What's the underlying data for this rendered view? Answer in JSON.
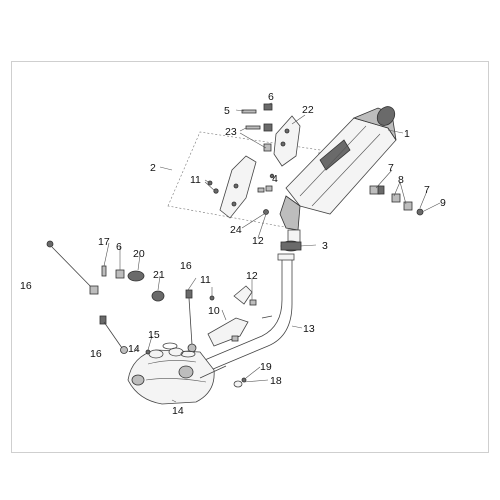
{
  "callouts": [
    {
      "id": "1",
      "text": "1"
    },
    {
      "id": "2",
      "text": "2"
    },
    {
      "id": "3",
      "text": "3"
    },
    {
      "id": "4",
      "text": "4"
    },
    {
      "id": "5",
      "text": "5"
    },
    {
      "id": "6a",
      "text": "6"
    },
    {
      "id": "6b",
      "text": "6"
    },
    {
      "id": "7a",
      "text": "7"
    },
    {
      "id": "7b",
      "text": "7"
    },
    {
      "id": "8",
      "text": "8"
    },
    {
      "id": "9",
      "text": "9"
    },
    {
      "id": "10",
      "text": "10"
    },
    {
      "id": "11a",
      "text": "11"
    },
    {
      "id": "11b",
      "text": "11"
    },
    {
      "id": "12a",
      "text": "12"
    },
    {
      "id": "12b",
      "text": "12"
    },
    {
      "id": "13",
      "text": "13"
    },
    {
      "id": "14a",
      "text": "14"
    },
    {
      "id": "14b",
      "text": "14"
    },
    {
      "id": "15",
      "text": "15"
    },
    {
      "id": "16a",
      "text": "16"
    },
    {
      "id": "16b",
      "text": "16"
    },
    {
      "id": "16c",
      "text": "16"
    },
    {
      "id": "17",
      "text": "17"
    },
    {
      "id": "18",
      "text": "18"
    },
    {
      "id": "19",
      "text": "19"
    },
    {
      "id": "20",
      "text": "20"
    },
    {
      "id": "21",
      "text": "21"
    },
    {
      "id": "22",
      "text": "22"
    },
    {
      "id": "23",
      "text": "23"
    },
    {
      "id": "24",
      "text": "24"
    }
  ]
}
